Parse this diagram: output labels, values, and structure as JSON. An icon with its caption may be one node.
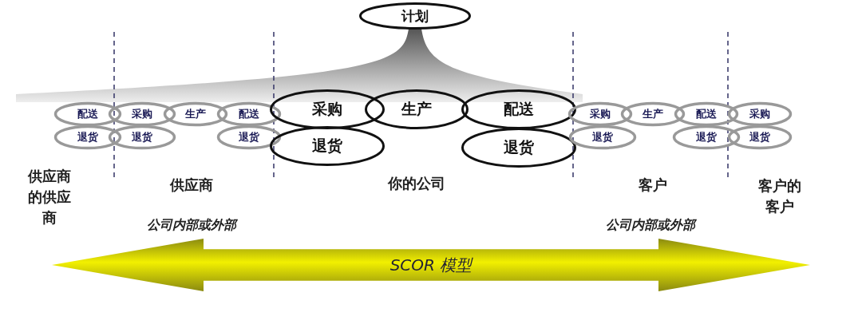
{
  "diagram": {
    "nodes": [
      {
        "text": [
          "计划"
        ]
      },
      {
        "text": [
          "配送"
        ]
      },
      {
        "text": [
          "采购"
        ]
      },
      {
        "text": [
          "生产"
        ]
      },
      {
        "text": [
          "配送"
        ]
      },
      {
        "text": [
          "退货"
        ]
      },
      {
        "text": [
          "退货"
        ]
      },
      {
        "text": [
          "退货"
        ]
      },
      {
        "text": [
          "采购"
        ]
      },
      {
        "text": [
          "生产"
        ]
      },
      {
        "text": [
          "配送"
        ]
      },
      {
        "text": [
          "退货"
        ]
      },
      {
        "text": [
          "退货"
        ]
      },
      {
        "text": [
          "采购"
        ]
      },
      {
        "text": [
          "生产"
        ]
      },
      {
        "text": [
          "配送"
        ]
      },
      {
        "text": [
          "采购"
        ]
      },
      {
        "text": [
          "退货"
        ]
      },
      {
        "text": [
          "退货"
        ]
      },
      {
        "text": [
          "退货"
        ]
      },
      {
        "text": [
          "SCOR 模型"
        ]
      }
    ],
    "labels": [
      "供应商的供应商",
      "供应商",
      "你的公司",
      "客户",
      "客户的客户",
      "公司内部或外部",
      "公司内部或外部"
    ]
  }
}
